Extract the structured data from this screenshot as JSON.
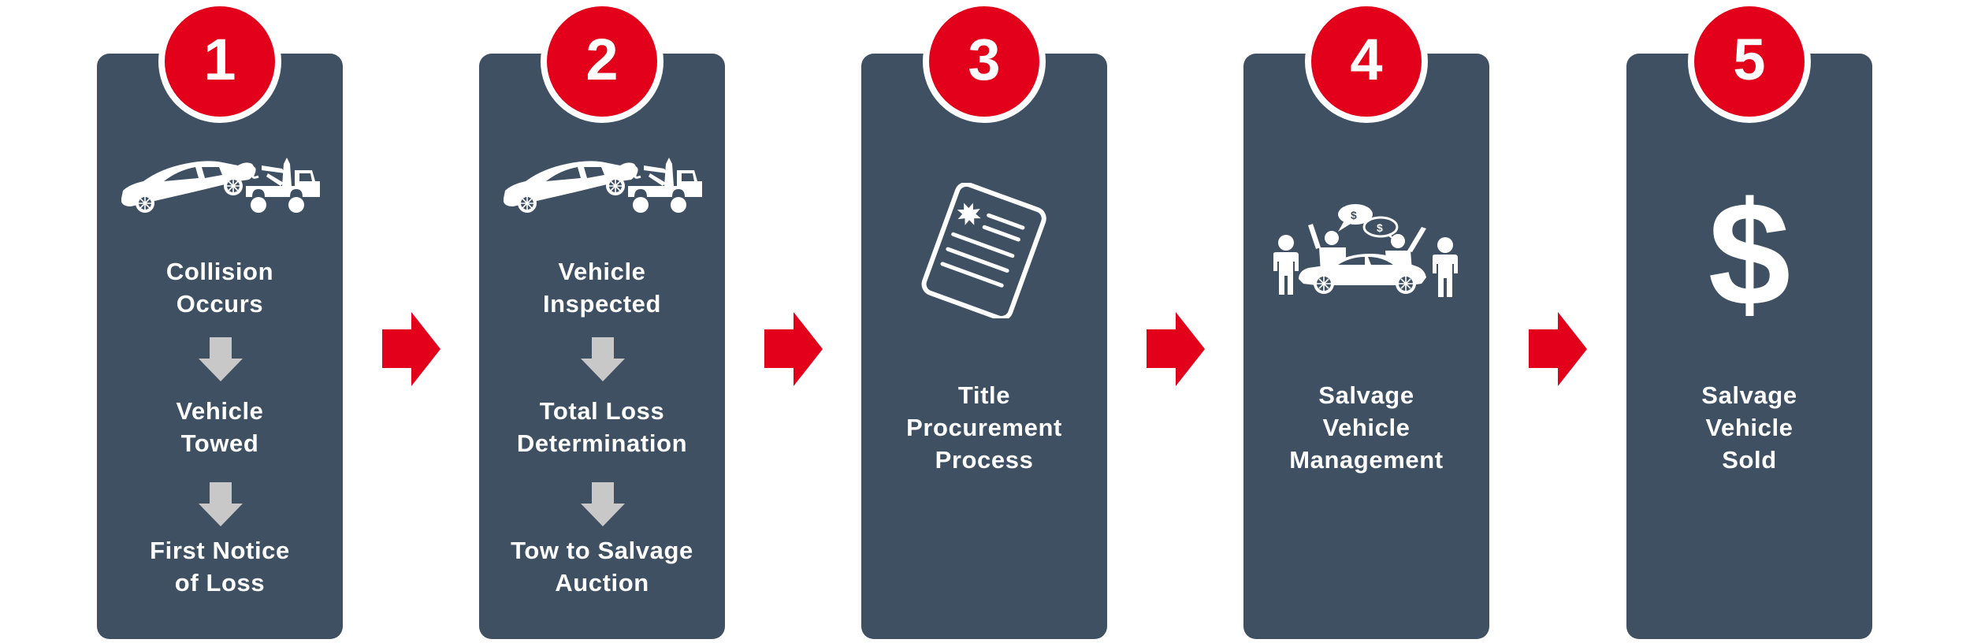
{
  "colors": {
    "card": "#3e5062",
    "badge": "#e2001a",
    "flow_arrow": "#e2001a",
    "step_arrow": "#c8c8c8",
    "text": "#ffffff"
  },
  "steps": [
    {
      "number": "1",
      "icon": "tow-truck-icon",
      "substeps": [
        {
          "lines": [
            "Collision",
            "Occurs"
          ]
        },
        {
          "lines": [
            "Vehicle",
            "Towed"
          ]
        },
        {
          "lines": [
            "First Notice",
            "of Loss"
          ]
        }
      ]
    },
    {
      "number": "2",
      "icon": "tow-truck-icon",
      "substeps": [
        {
          "lines": [
            "Vehicle",
            "Inspected"
          ]
        },
        {
          "lines": [
            "Total Loss",
            "Determination"
          ]
        },
        {
          "lines": [
            "Tow to Salvage",
            "Auction"
          ]
        }
      ]
    },
    {
      "number": "3",
      "icon": "title-document-icon",
      "lines": [
        "Title",
        "Procurement",
        "Process"
      ]
    },
    {
      "number": "4",
      "icon": "auction-bidders-icon",
      "lines": [
        "Salvage",
        "Vehicle",
        "Management"
      ]
    },
    {
      "number": "5",
      "icon": "dollar-sign-icon",
      "icon_glyph": "$",
      "lines": [
        "Salvage",
        "Vehicle",
        "Sold"
      ]
    }
  ]
}
